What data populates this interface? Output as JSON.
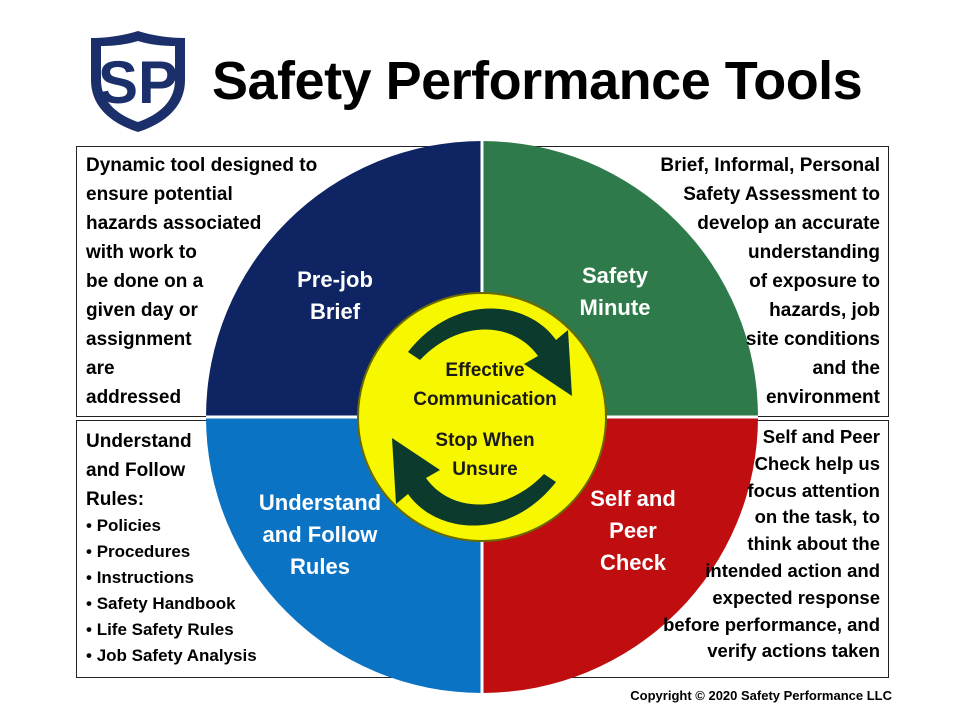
{
  "header": {
    "logo_letters": "SP",
    "title": "Safety Performance Tools"
  },
  "colors": {
    "navy": "#0e2463",
    "green": "#2f7a4a",
    "blue": "#0a73c4",
    "red": "#bf0d10",
    "yellow": "#f7f700",
    "arrow": "#0c3a2c"
  },
  "quadrants": {
    "top_left": {
      "label_lines": [
        "Pre-job",
        "Brief"
      ],
      "description_lines": [
        "Dynamic tool designed to",
        "ensure potential",
        "hazards associated",
        "with work to",
        "be done on a",
        "given day or",
        "assignment",
        "are",
        "addressed"
      ]
    },
    "top_right": {
      "label_lines": [
        "Safety",
        "Minute"
      ],
      "description_lines": [
        "Brief, Informal, Personal",
        "Safety Assessment to",
        "develop an accurate",
        "understanding",
        "of exposure to",
        "hazards, job",
        "site conditions",
        "and the",
        "environment"
      ]
    },
    "bottom_left": {
      "label_lines": [
        "Understand",
        "and Follow",
        "Rules"
      ],
      "description_lines": [
        "Understand",
        "and Follow",
        "Rules:"
      ],
      "bullets": [
        "Policies",
        "Procedures",
        "Instructions",
        "Safety Handbook",
        "Life Safety Rules",
        "Job Safety Analysis"
      ]
    },
    "bottom_right": {
      "label_lines": [
        "Self and",
        "Peer",
        "Check"
      ],
      "description_lines": [
        "Self and Peer",
        "Check help us",
        "focus attention",
        "on the task, to",
        "think about the",
        "intended action and",
        "expected response",
        "before performance, and",
        "verify actions taken"
      ]
    }
  },
  "center": {
    "top_lines": [
      "Effective",
      "Communication"
    ],
    "bottom_lines": [
      "Stop When",
      "Unsure"
    ]
  },
  "footer": {
    "copyright": "Copyright © 2020 Safety Performance LLC"
  }
}
